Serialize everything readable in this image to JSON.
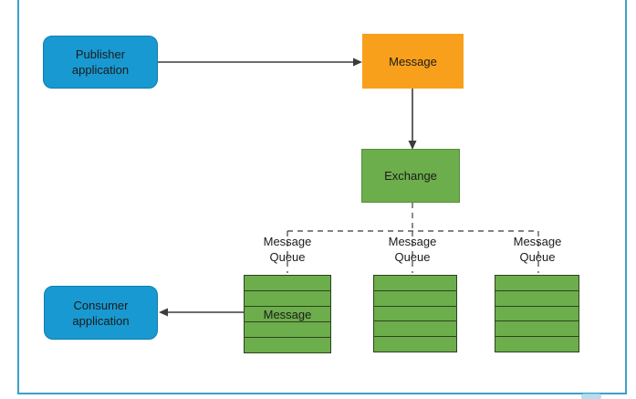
{
  "colors": {
    "node-blue": "#1899d1",
    "node-orange": "#f8a01c",
    "node-green": "#6cad4c",
    "queue-border": "#2d441c",
    "frame-blue": "#3ba0c9",
    "connector": "#3c3c3c",
    "dashed": "#5a5a5a",
    "text": "#1b1b1b"
  },
  "nodes": {
    "publisher": {
      "label": "Publisher\napplication"
    },
    "message": {
      "label": "Message"
    },
    "exchange": {
      "label": "Exchange"
    },
    "consumer": {
      "label": "Consumer\napplication"
    },
    "queue_message": {
      "label": "Message"
    },
    "queues": [
      {
        "label": "Message\nQueue"
      },
      {
        "label": "Message\nQueue"
      },
      {
        "label": "Message\nQueue"
      }
    ]
  }
}
